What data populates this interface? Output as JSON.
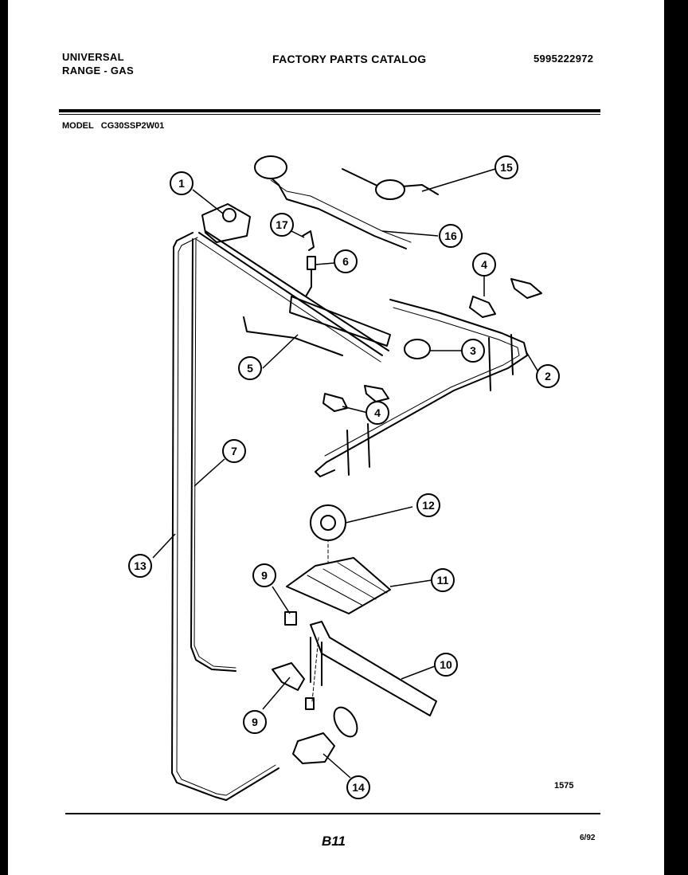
{
  "header": {
    "brand": "UNIVERSAL",
    "subtitle": "RANGE - GAS",
    "catalog_title": "FACTORY PARTS CATALOG",
    "part_number": "5995222972"
  },
  "model": {
    "label": "MODEL",
    "value": "CG30SSP2W01"
  },
  "callouts": [
    "1",
    "15",
    "17",
    "16",
    "6",
    "4",
    "3",
    "2",
    "5",
    "4",
    "7",
    "12",
    "13",
    "9",
    "11",
    "10",
    "9",
    "14"
  ],
  "footer": {
    "figure_number": "1575",
    "page": "B11",
    "date": "6/92"
  }
}
